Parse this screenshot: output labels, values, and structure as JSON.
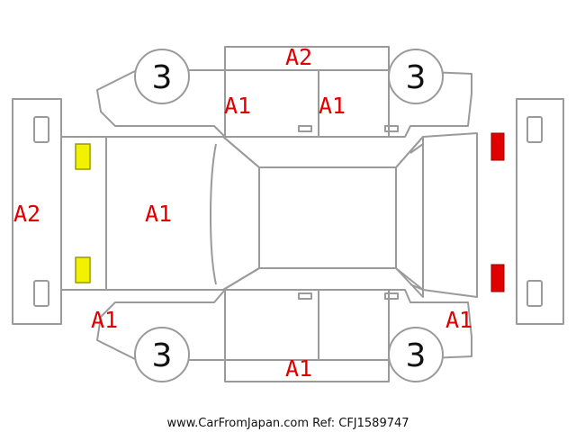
{
  "damage_codes": {
    "front_bumper": "A2",
    "hood": "A1",
    "roof_top": "A2",
    "front_left_door": "A1",
    "rear_left_door": "A1",
    "front_left_corner": "A1",
    "rear_right_corner": "A1",
    "rocker_bottom": "A1"
  },
  "wheels": {
    "front_left": "3",
    "rear_left": "3",
    "front_right": "3",
    "rear_right": "3"
  },
  "colors": {
    "label": "#e00000",
    "outline": "#9a9a9a",
    "headlight": "#f2f200",
    "taillight": "#e00000"
  },
  "footer": {
    "watermark": "www.CarFromJapan.com Ref: CFJ1589747"
  }
}
